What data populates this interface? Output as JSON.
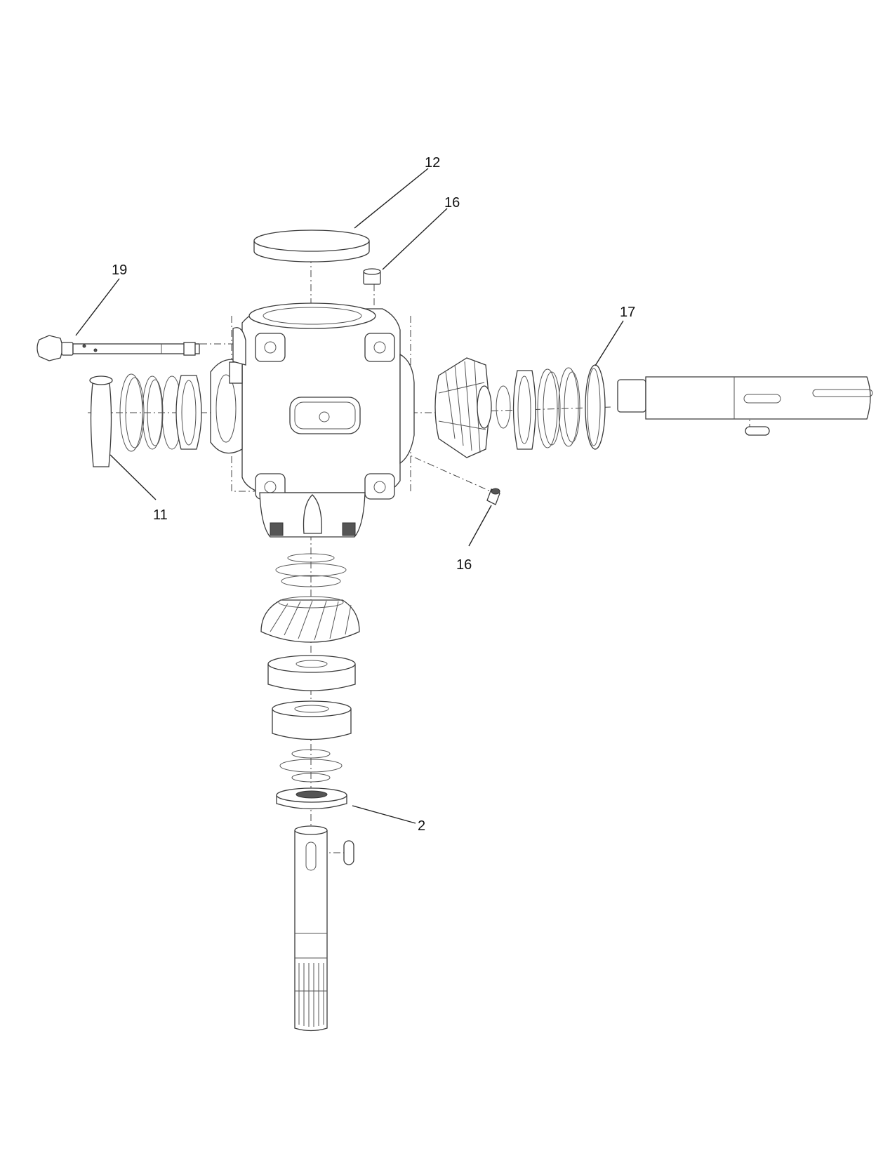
{
  "callouts": {
    "c12": "12",
    "c16_top": "16",
    "c19": "19",
    "c17": "17",
    "c11": "11",
    "c16_bottom": "16",
    "c2": "2"
  },
  "colors": {
    "line": "#3a3a3a",
    "background": "#ffffff"
  }
}
